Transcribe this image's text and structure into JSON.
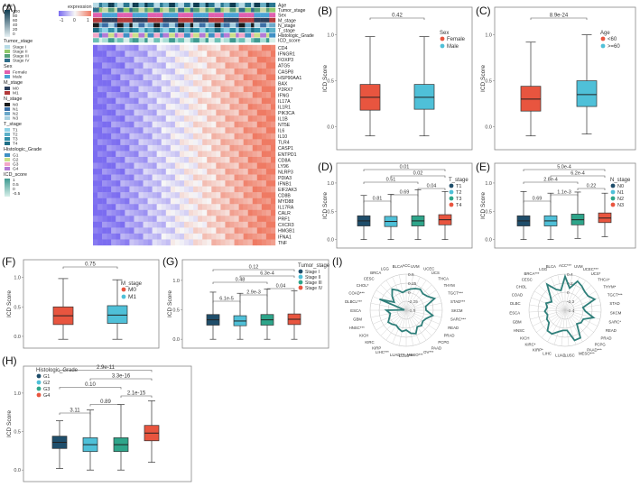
{
  "figure": {
    "panels": [
      {
        "id": "A",
        "label": "(A)"
      },
      {
        "id": "B",
        "label": "(B)"
      },
      {
        "id": "C",
        "label": "(C)"
      },
      {
        "id": "D",
        "label": "(D)"
      },
      {
        "id": "E",
        "label": "(E)"
      },
      {
        "id": "F",
        "label": "(F)"
      },
      {
        "id": "G",
        "label": "(G)"
      },
      {
        "id": "H",
        "label": "(H)"
      },
      {
        "id": "I",
        "label": "(I)"
      }
    ]
  },
  "chart_data": [
    {
      "panel": "A",
      "type": "heatmap",
      "scale_title": "expression level",
      "scale_ticks": [
        "-1",
        "0",
        "1"
      ],
      "annotation_tracks": [
        "Age",
        "Tumor_stage",
        "Sex",
        "M_stage",
        "N_stage",
        "T_stage",
        "Histologic_Grade",
        "ICD_score"
      ],
      "rows": [
        "CD4",
        "IFNGR1",
        "FOXP3",
        "ATG5",
        "CASP8",
        "HSP90AA1",
        "BAX",
        "P2RX7",
        "IFNG",
        "IL17A",
        "IL1R1",
        "PIK3CA",
        "IL1B",
        "NT5E",
        "IL6",
        "IL10",
        "TLR4",
        "CASP1",
        "ENTPD1",
        "CD8A",
        "LY96",
        "NLRP3",
        "PDIA3",
        "IFNB1",
        "EIF2AK3",
        "CD8B",
        "MYD88",
        "IL17RA",
        "CALR",
        "PRF1",
        "CXCR3",
        "HMGB1",
        "IFNA1",
        "TNF"
      ],
      "legends": [
        {
          "title": "Age",
          "ticks": [
            "100",
            "80",
            "60",
            "40",
            "20",
            "0"
          ]
        },
        {
          "title": "Tumor_stage",
          "entries": [
            "Stage I",
            "Stage II",
            "Stage III",
            "Stage IV"
          ]
        },
        {
          "title": "Sex",
          "entries": [
            "Female",
            "Male"
          ]
        },
        {
          "title": "M_stage",
          "entries": [
            "M0",
            "M1"
          ]
        },
        {
          "title": "N_stage",
          "entries": [
            "N0",
            "N1",
            "N2",
            "N3"
          ]
        },
        {
          "title": "T_stage",
          "entries": [
            "T1",
            "T2",
            "T3",
            "T4"
          ]
        },
        {
          "title": "Histologic_Grade",
          "entries": [
            "G1",
            "G2",
            "G3",
            "G4"
          ]
        },
        {
          "title": "ICD_score",
          "ticks": [
            "1",
            "0.5",
            "0",
            "-0.5"
          ]
        }
      ]
    },
    {
      "panel": "B",
      "type": "boxplot",
      "ylabel": "ICD Score",
      "yticks": [
        "0.0",
        "0.5",
        "1.0"
      ],
      "ylim": [
        -0.25,
        1.3
      ],
      "legend_title": "Sex",
      "groups": [
        {
          "name": "Female",
          "color": "#e8553f",
          "whisker_low": -0.1,
          "q1": 0.18,
          "median": 0.32,
          "q3": 0.46,
          "whisker_high": 0.98
        },
        {
          "name": "Male",
          "color": "#4fc0d8",
          "whisker_low": -0.1,
          "q1": 0.19,
          "median": 0.32,
          "q3": 0.46,
          "whisker_high": 0.98
        }
      ],
      "comparisons": [
        {
          "from": 0,
          "to": 1,
          "label": "0.42"
        }
      ]
    },
    {
      "panel": "C",
      "type": "boxplot",
      "ylabel": "ICD Score",
      "yticks": [
        "0.0",
        "0.5",
        "1.0"
      ],
      "ylim": [
        -0.25,
        1.3
      ],
      "legend_title": "Age",
      "groups": [
        {
          "name": "<60",
          "color": "#e8553f",
          "whisker_low": -0.1,
          "q1": 0.17,
          "median": 0.3,
          "q3": 0.44,
          "whisker_high": 0.92
        },
        {
          "name": ">=60",
          "color": "#4fc0d8",
          "whisker_low": -0.08,
          "q1": 0.22,
          "median": 0.35,
          "q3": 0.5,
          "whisker_high": 1.0
        }
      ],
      "comparisons": [
        {
          "from": 0,
          "to": 1,
          "label": "8.9e-24"
        }
      ]
    },
    {
      "panel": "D",
      "type": "boxplot",
      "ylabel": "ICD Score",
      "yticks": [
        "0.0",
        "0.5",
        "1.0"
      ],
      "ylim": [
        -0.15,
        1.35
      ],
      "legend_title": "T_stage",
      "groups": [
        {
          "name": "T1",
          "color": "#1f4e6b",
          "whisker_low": 0.0,
          "q1": 0.24,
          "median": 0.33,
          "q3": 0.42,
          "whisker_high": 0.78
        },
        {
          "name": "T2",
          "color": "#4fc0d8",
          "whisker_low": 0.0,
          "q1": 0.23,
          "median": 0.32,
          "q3": 0.41,
          "whisker_high": 0.8
        },
        {
          "name": "T3",
          "color": "#2ea58a",
          "whisker_low": 0.0,
          "q1": 0.24,
          "median": 0.33,
          "q3": 0.42,
          "whisker_high": 0.88
        },
        {
          "name": "T4",
          "color": "#e8553f",
          "whisker_low": 0.0,
          "q1": 0.26,
          "median": 0.35,
          "q3": 0.44,
          "whisker_high": 0.85
        }
      ],
      "comparisons": [
        {
          "from": 0,
          "to": 1,
          "label": "0.81"
        },
        {
          "from": 1,
          "to": 2,
          "label": "0.69"
        },
        {
          "from": 2,
          "to": 3,
          "label": "0.04"
        },
        {
          "from": 0,
          "to": 2,
          "label": "0.51"
        },
        {
          "from": 1,
          "to": 3,
          "label": "0.02"
        },
        {
          "from": 0,
          "to": 3,
          "label": "0.01"
        }
      ]
    },
    {
      "panel": "E",
      "type": "boxplot",
      "ylabel": "ICD Score",
      "yticks": [
        "0.0",
        "0.5",
        "1.0"
      ],
      "ylim": [
        -0.15,
        1.35
      ],
      "legend_title": "N_stage",
      "groups": [
        {
          "name": "N0",
          "color": "#1f4e6b",
          "whisker_low": 0.0,
          "q1": 0.24,
          "median": 0.33,
          "q3": 0.42,
          "whisker_high": 0.85
        },
        {
          "name": "N1",
          "color": "#4fc0d8",
          "whisker_low": 0.0,
          "q1": 0.24,
          "median": 0.33,
          "q3": 0.42,
          "whisker_high": 0.82
        },
        {
          "name": "N2",
          "color": "#2ea58a",
          "whisker_low": 0.02,
          "q1": 0.26,
          "median": 0.35,
          "q3": 0.45,
          "whisker_high": 0.84
        },
        {
          "name": "N3",
          "color": "#e8553f",
          "whisker_low": 0.05,
          "q1": 0.3,
          "median": 0.38,
          "q3": 0.47,
          "whisker_high": 0.82
        }
      ],
      "comparisons": [
        {
          "from": 0,
          "to": 1,
          "label": "0.69"
        },
        {
          "from": 1,
          "to": 2,
          "label": "1.1e-3"
        },
        {
          "from": 2,
          "to": 3,
          "label": "0.22"
        },
        {
          "from": 0,
          "to": 2,
          "label": "2.8e-4"
        },
        {
          "from": 1,
          "to": 3,
          "label": "6.2e-4"
        },
        {
          "from": 0,
          "to": 3,
          "label": "5.0e-4"
        }
      ]
    },
    {
      "panel": "F",
      "type": "boxplot",
      "ylabel": "ICD Score",
      "yticks": [
        "0.0",
        "0.5",
        "1.0"
      ],
      "ylim": [
        -0.2,
        1.3
      ],
      "legend_title": "M_stage",
      "groups": [
        {
          "name": "M0",
          "color": "#e8553f",
          "whisker_low": -0.05,
          "q1": 0.2,
          "median": 0.35,
          "q3": 0.5,
          "whisker_high": 0.98
        },
        {
          "name": "M1",
          "color": "#4fc0d8",
          "whisker_low": -0.05,
          "q1": 0.22,
          "median": 0.36,
          "q3": 0.52,
          "whisker_high": 0.96
        }
      ],
      "comparisons": [
        {
          "from": 0,
          "to": 1,
          "label": "0.75"
        }
      ]
    },
    {
      "panel": "G",
      "type": "boxplot",
      "ylabel": "ICD Score",
      "yticks": [
        "0.0",
        "0.5",
        "1.0"
      ],
      "ylim": [
        -0.15,
        1.35
      ],
      "legend_title": "Tumor_stage",
      "groups": [
        {
          "name": "Stage I",
          "color": "#1f4e6b",
          "whisker_low": 0.0,
          "q1": 0.24,
          "median": 0.33,
          "q3": 0.42,
          "whisker_high": 0.8
        },
        {
          "name": "Stage II",
          "color": "#4fc0d8",
          "whisker_low": 0.0,
          "q1": 0.23,
          "median": 0.31,
          "q3": 0.4,
          "whisker_high": 0.78
        },
        {
          "name": "Stage III",
          "color": "#2ea58a",
          "whisker_low": 0.0,
          "q1": 0.24,
          "median": 0.33,
          "q3": 0.42,
          "whisker_high": 0.85
        },
        {
          "name": "Stage IV",
          "color": "#e8553f",
          "whisker_low": 0.0,
          "q1": 0.25,
          "median": 0.34,
          "q3": 0.43,
          "whisker_high": 0.82
        }
      ],
      "comparisons": [
        {
          "from": 0,
          "to": 1,
          "label": "6.1e-5"
        },
        {
          "from": 1,
          "to": 2,
          "label": "2.9e-3"
        },
        {
          "from": 2,
          "to": 3,
          "label": "0.04"
        },
        {
          "from": 0,
          "to": 2,
          "label": "0.48"
        },
        {
          "from": 1,
          "to": 3,
          "label": "6.3e-4"
        },
        {
          "from": 0,
          "to": 3,
          "label": "0.12"
        }
      ]
    },
    {
      "panel": "H",
      "type": "boxplot",
      "ylabel": "ICD Score",
      "yticks": [
        "0.0",
        "0.5",
        "1.0"
      ],
      "ylim": [
        -0.15,
        1.35
      ],
      "legend_title": "Histologic_Grade",
      "groups": [
        {
          "name": "G1",
          "color": "#1f4e6b",
          "whisker_low": 0.02,
          "q1": 0.28,
          "median": 0.36,
          "q3": 0.44,
          "whisker_high": 0.64
        },
        {
          "name": "G2",
          "color": "#4fc0d8",
          "whisker_low": 0.0,
          "q1": 0.24,
          "median": 0.33,
          "q3": 0.42,
          "whisker_high": 0.78
        },
        {
          "name": "G3",
          "color": "#2ea58a",
          "whisker_low": 0.0,
          "q1": 0.24,
          "median": 0.33,
          "q3": 0.42,
          "whisker_high": 0.85
        },
        {
          "name": "G4",
          "color": "#e8553f",
          "whisker_low": 0.1,
          "q1": 0.38,
          "median": 0.48,
          "q3": 0.58,
          "whisker_high": 0.9
        }
      ],
      "comparisons": [
        {
          "from": 0,
          "to": 1,
          "label": "3.11"
        },
        {
          "from": 1,
          "to": 2,
          "label": "0.89"
        },
        {
          "from": 2,
          "to": 3,
          "label": "2.1e-15"
        },
        {
          "from": 0,
          "to": 2,
          "label": "0.10"
        },
        {
          "from": 1,
          "to": 3,
          "label": "3.3e-16"
        },
        {
          "from": 0,
          "to": 3,
          "label": "2.9e-11"
        }
      ]
    },
    {
      "panel": "I",
      "type": "radar",
      "charts": [
        {
          "ticks": [
            "0.5",
            "0.25",
            "0",
            "-0.25",
            "-0.5"
          ],
          "axes": [
            "ACC",
            "UVM",
            "UCEC",
            "UCS",
            "THCA",
            "THYM",
            "TGCT***",
            "STAD***",
            "SKCM",
            "SARC***",
            "READ",
            "PRAD",
            "PCPG",
            "PAAD",
            "OV***",
            "MESO***",
            "LUSC***",
            "LUAD***",
            "LIHC***",
            "KIRP",
            "KIRC",
            "KICH",
            "HNSC***",
            "GBM",
            "ESCA",
            "DLBCL***",
            "COAD***",
            "CHOL*",
            "CESC",
            "BRCA",
            "LGG",
            "BLCA"
          ],
          "values": [
            0.05,
            0.1,
            0.15,
            0.2,
            0.15,
            0.2,
            0.35,
            0.05,
            0.05,
            0.25,
            0.1,
            0.05,
            0.1,
            0.05,
            0.2,
            0.15,
            0.05,
            0.1,
            0.05,
            0.0,
            0.05,
            0.1,
            0.0,
            -0.05,
            0.05,
            -0.45,
            0.3,
            -0.1,
            0.05,
            0.2,
            0.1,
            0.0
          ]
        },
        {
          "ticks": [
            "0.4",
            "0.2",
            "0",
            "-0.2",
            "-0.4"
          ],
          "axes": [
            "ACC***",
            "UVM",
            "UCEC***",
            "UCS*",
            "THCA*",
            "THYM*",
            "TGCT***",
            "STAD",
            "SKCM",
            "SARC*",
            "READ",
            "PRAD",
            "PCPG",
            "PAAD***",
            "MESO***",
            "LUSC",
            "LUAD",
            "LIHC",
            "KIRP*",
            "KIRC*",
            "KICH",
            "HNSC",
            "GBM",
            "ESCA",
            "DLBC",
            "COAD",
            "CHOL",
            "CESC",
            "BRCA***",
            "LGG",
            "BLCA"
          ],
          "values": [
            0.35,
            0.1,
            0.3,
            0.25,
            0.2,
            0.2,
            0.3,
            0.0,
            0.05,
            0.25,
            0.05,
            0.05,
            0.0,
            0.3,
            0.3,
            0.05,
            0.05,
            0.1,
            0.2,
            0.2,
            0.05,
            0.05,
            0.0,
            0.05,
            0.0,
            0.05,
            -0.05,
            0.05,
            0.3,
            0.1,
            0.05
          ]
        }
      ]
    }
  ]
}
